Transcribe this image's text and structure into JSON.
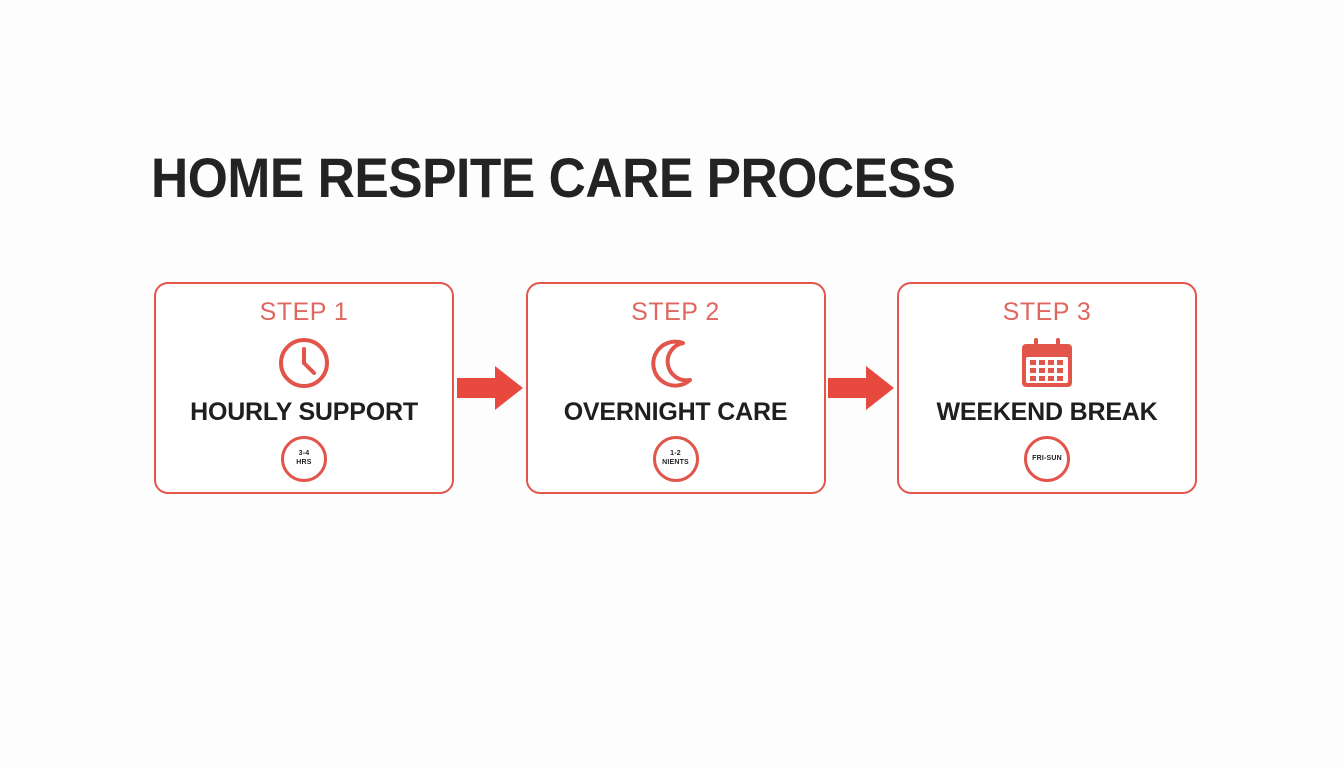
{
  "page": {
    "title": "HOME RESPITE CARE PROCESS",
    "background_color": "#fdfdfd",
    "accent_color": "#e2554b",
    "step_label_color": "#e0675f",
    "title_color": "#232323"
  },
  "flow": {
    "arrow_icon_name": "arrow-right-icon",
    "steps": [
      {
        "step_label": "STEP 1",
        "icon": "clock-icon",
        "title": "HOURLY SUPPORT",
        "badge_line1": "3-4",
        "badge_line2": "HRS"
      },
      {
        "step_label": "STEP 2",
        "icon": "crescent-moon-icon",
        "title": "OVERNIGHT CARE",
        "badge_line1": "1-2",
        "badge_line2": "NIENTS"
      },
      {
        "step_label": "STEP 3",
        "icon": "calendar-icon",
        "title": "WEEKEND BREAK",
        "badge_line1": "FRI-SUN",
        "badge_line2": ""
      }
    ]
  }
}
